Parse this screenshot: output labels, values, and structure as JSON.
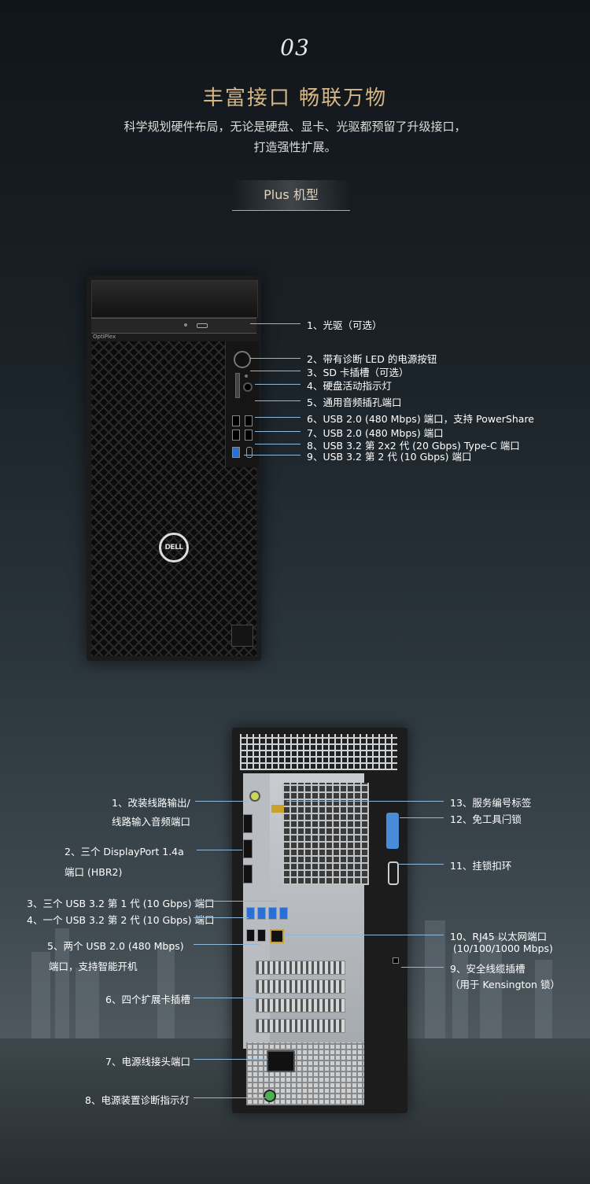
{
  "section": {
    "number": "03",
    "title": "丰富接口 畅联万物",
    "subtitle_line1": "科学规划硬件布局，无论是硬盘、显卡、光驱都预留了升级接口，",
    "subtitle_line2": "打造强性扩展。",
    "model_badge": "Plus 机型"
  },
  "front": {
    "brand": "OptiPlex",
    "logo": "DELL",
    "labels": [
      "1、光驱（可选）",
      "2、带有诊断 LED 的电源按钮",
      "3、SD 卡插槽（可选）",
      "4、硬盘活动指示灯",
      "5、通用音频插孔端口",
      "6、USB 2.0 (480 Mbps) 端口，支持 PowerShare",
      "7、USB 2.0 (480 Mbps) 端口",
      "8、USB 3.2 第 2x2 代 (20 Gbps) Type-C 端口",
      "9、USB 3.2 第 2 代 (10 Gbps) 端口"
    ]
  },
  "back": {
    "left_labels": {
      "l1a": "1、改装线路输出/",
      "l1b": "线路输入音频端口",
      "l2a": "2、三个 DisplayPort 1.4a",
      "l2b": "端口 (HBR2)",
      "l3": "3、三个 USB 3.2 第 1 代 (10 Gbps) 端口",
      "l4": "4、一个 USB 3.2 第 2 代 (10 Gbps) 端口",
      "l5a": "5、两个 USB 2.0 (480 Mbps)",
      "l5b": "端口，支持智能开机",
      "l6": "6、四个扩展卡插槽",
      "l7": "7、电源线接头端口",
      "l8": "8、电源装置诊断指示灯"
    },
    "right_labels": {
      "r13": "13、服务编号标签",
      "r12": "12、免工具闩锁",
      "r11": "11、挂锁扣环",
      "r10a": "10、RJ45 以太网端口",
      "r10b": "(10/100/1000 Mbps)",
      "r9a": "9、安全线缆插槽",
      "r9b": "（用于 Kensington 锁）"
    }
  },
  "colors": {
    "title_gold": "#d7b585",
    "leader_line": "#8fb7d8",
    "usb_blue": "#2a6fd4"
  }
}
